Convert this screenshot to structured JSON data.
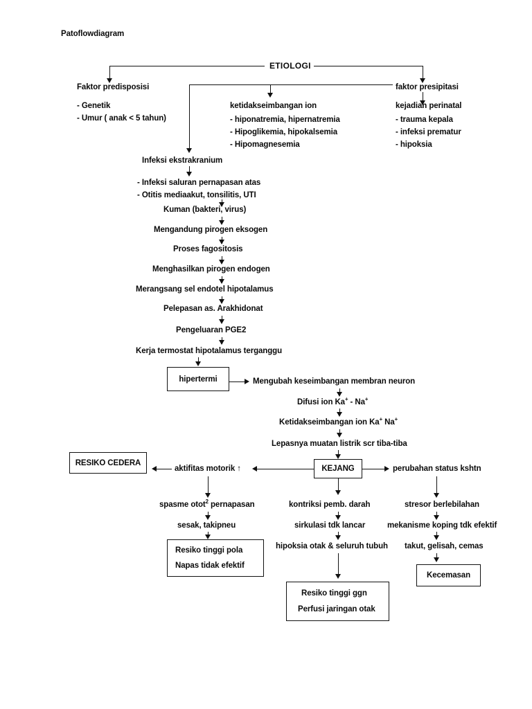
{
  "page": {
    "title": "Patoflowdiagram",
    "root_label": "ETIOLOGI",
    "ink_color": "#0a0a0a",
    "background": "#ffffff"
  },
  "branches": {
    "left": {
      "label": "Faktor predisposisi",
      "items": [
        "-   Genetik",
        "-   Umur ( anak < 5 tahun)"
      ]
    },
    "middle": {
      "label": "ketidakseimbangan ion",
      "items": [
        "- hiponatremia, hipernatremia",
        "-  Hipoglikemia, hipokalsemia",
        "-  Hipomagnesemia"
      ]
    },
    "right": {
      "label": "faktor presipitasi",
      "sublabel": "kejadian perinatal",
      "items": [
        "- trauma kepala",
        "- infeksi prematur",
        "- hipoksia"
      ]
    }
  },
  "chain": {
    "infeksi_ekstrakranium": "Infeksi ekstrakranium",
    "infeksi_items": [
      "-  Infeksi saluran pernapasan atas",
      "-  Otitis mediaakut, tonsilitis, UTI"
    ],
    "steps": [
      "Kuman (bakteri, virus)",
      "Mengandung pirogen eksogen",
      "Proses fagositosis",
      "Menghasilkan pirogen endogen",
      "Merangsang sel endotel hipotalamus",
      "Pelepasan as. Arakhidonat",
      "Pengeluaran PGE2",
      "Kerja termostat hipotalamus terganggu"
    ]
  },
  "hipertermi_box": "hipertermi",
  "neuron_chain": {
    "mengubah": "Mengubah keseimbangan membran neuron",
    "difusi_pre": "Difusi ion Ka",
    "difusi_mid": " - Na",
    "ketidak_pre": "Ketidakseimbangan ion Ka",
    "ketidak_mid": " Na",
    "sup": "+",
    "lepasnya": "Lepasnya muatan listrik scr tiba-tiba"
  },
  "kejang_box": "KEJANG",
  "resiko_cedera_box": "RESIKO CEDERA",
  "motorik": {
    "label_pre": "aktifitas motorik ",
    "arrow_glyph": "↑"
  },
  "left_branch": {
    "spasme_pre": "spasme otot",
    "spasme_sup": "2",
    "spasme_post": " pernapasan",
    "sesak": "sesak, takipneu",
    "box_line1": "Resiko tinggi pola",
    "box_line2": "Napas tidak efektif"
  },
  "middle_branch": {
    "kontriksi": "kontriksi pemb. darah",
    "sirkulasi": "sirkulasi tdk lancar",
    "hipoksia": "hipoksia otak & seluruh tubuh",
    "box_line1": "Resiko tinggi ggn",
    "box_line2": "Perfusi jaringan otak"
  },
  "right_branch": {
    "perubahan": "perubahan status kshtn",
    "stresor": "stresor berlebilahan",
    "mekanisme": "mekanisme koping tdk efektif",
    "takut": "takut, gelisah, cemas",
    "box": "Kecemasan"
  }
}
